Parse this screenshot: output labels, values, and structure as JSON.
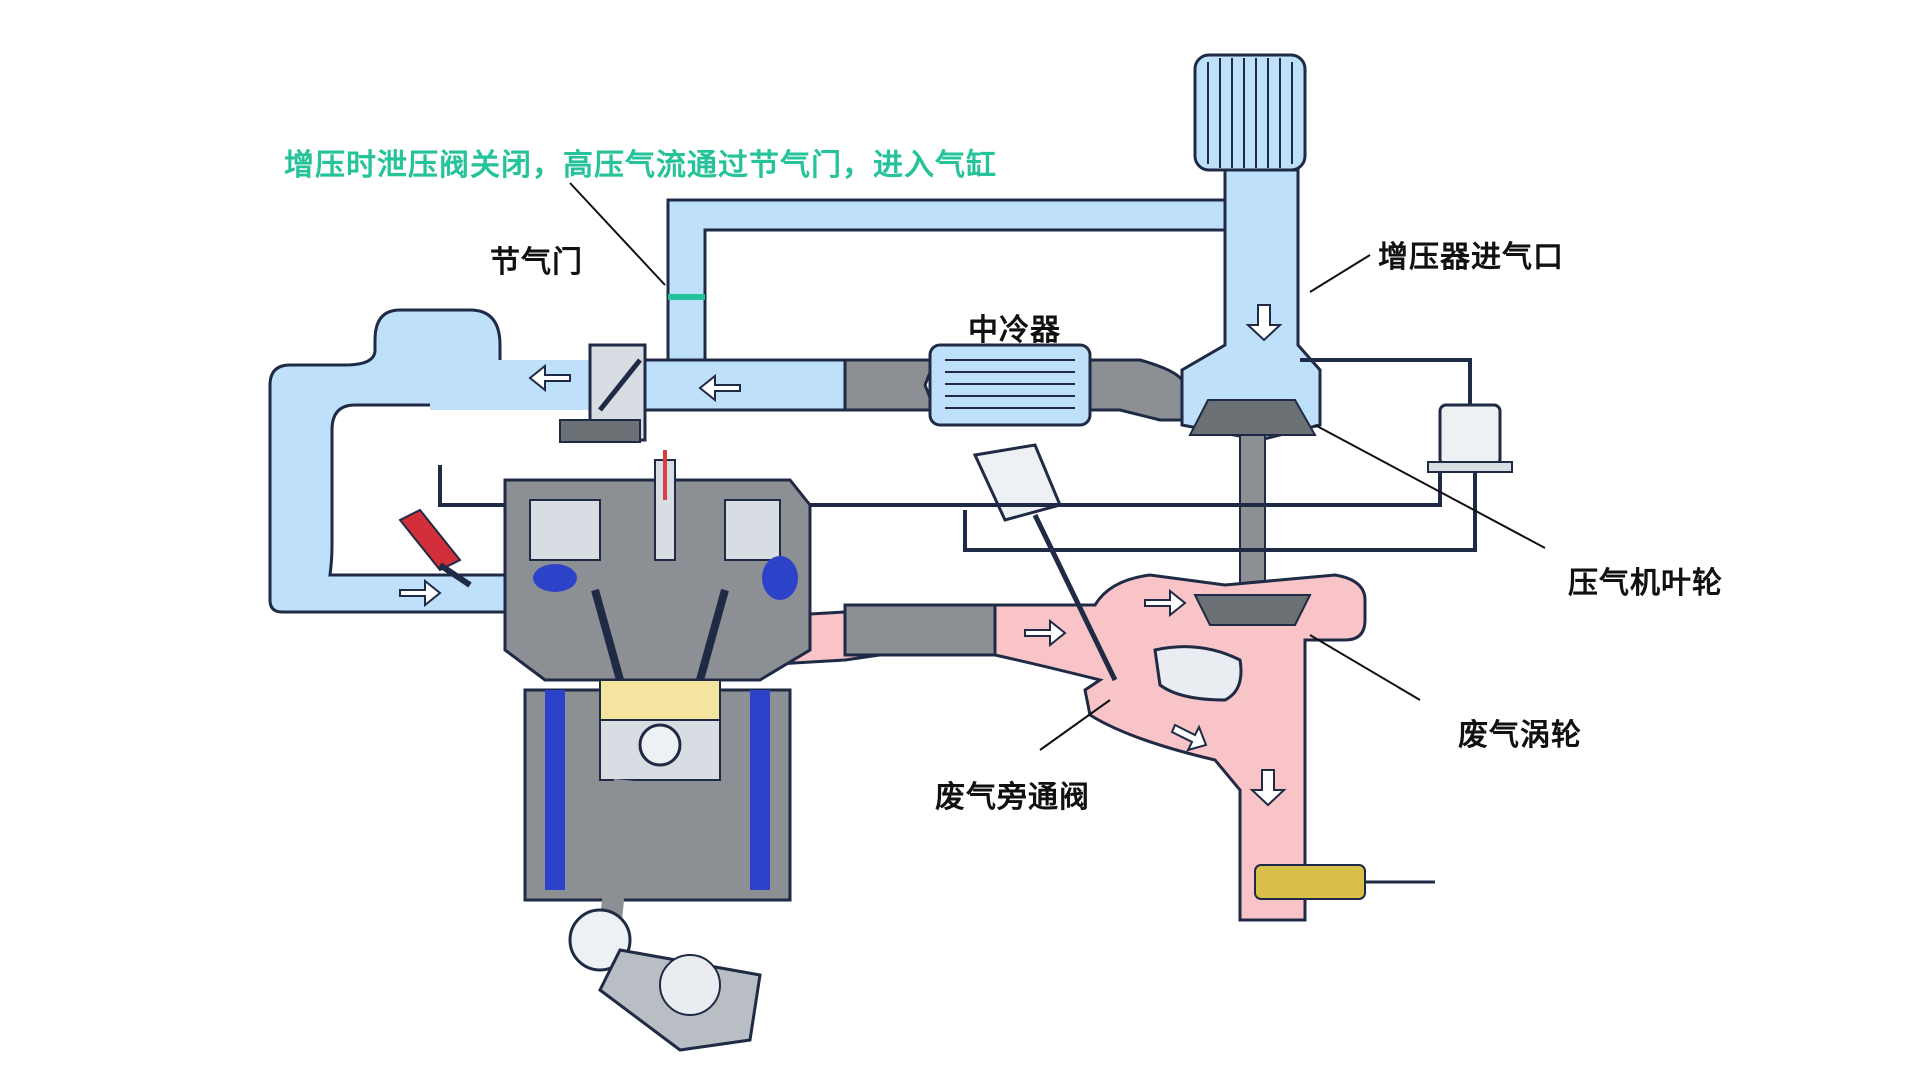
{
  "colors": {
    "intake_air": "#bfe0fb",
    "exhaust_gas": "#f8c4c8",
    "outline": "#1f2a44",
    "metal": "#9aa0a6",
    "note_text": "#26c39a",
    "note_marker": "#26c39a",
    "coolant": "#2c43c9",
    "combustion": "#f3e5a0"
  },
  "note": {
    "text": "增压时泄压阀关闭，高压气流通过节气门，进入气缸"
  },
  "labels": {
    "throttle": "节气门",
    "turbo_inlet": "增压器进气口",
    "intercooler": "中冷器",
    "compressor_wheel": "压气机叶轮",
    "turbine": "废气涡轮",
    "wastegate": "废气旁通阀"
  },
  "icons": {
    "flow_arrow": "hollow-arrow",
    "down_arrow": "hollow-down-arrow"
  }
}
